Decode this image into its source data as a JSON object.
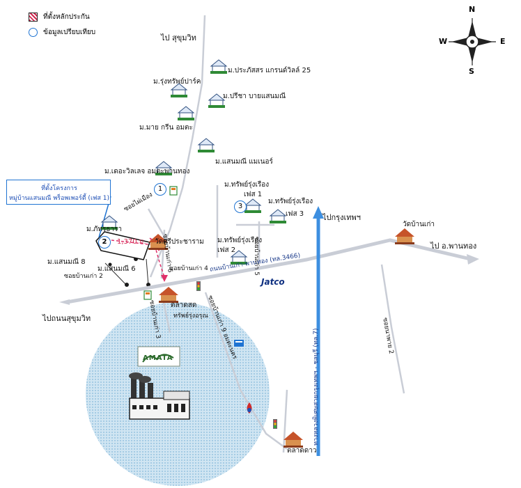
{
  "legend": {
    "items": [
      {
        "label": "ที่ตั้งหลักประกัน",
        "symbol": "striped-red-square"
      },
      {
        "label": "ข้อมูลเปรียบเทียบ",
        "symbol": "blue-circle"
      }
    ]
  },
  "compass": {
    "n": "N",
    "s": "S",
    "e": "E",
    "w": "W"
  },
  "roads": {
    "sukhumvit_top": "ไป สุขุมวิท",
    "bangkok": "ไปกรุงเทพฯ",
    "phanthong": "ไป อ.พานทอง",
    "sukhumvit_left": "ไปถนนสุขุมวิท",
    "main_road": "ถนนบ้านเก่า-พานทอง (ทล.3466)",
    "soi_ban_kao_4": "ซอยบ้านเก่า 4",
    "soi_ban_kao_2": "ซอยบ้านเก่า 2",
    "soi_ban_kao_3": "ซอยบ้านเก่า 3",
    "soi_ban_kao_6": "ซอยบ้านเก่า 6",
    "soi_phai_mueang": "ซอยไผ่เมือง",
    "soi_ban_kao_5": "ซอยบ้านเก่า 5",
    "soi_ban_kao_9": "ซอยบ้านเก่า 9 อมตะนคร",
    "soi_napa_2": "ซอยนาพาย 2",
    "motorway": "ทางหลวงพิเศษสายกรุงเทพฯ - ชลบุรี (ทล.7)"
  },
  "places": {
    "prasatsorn": "ม.ประภัสสร แกรนด์วิลล์ 25",
    "rungsap_park": "ม.รุ่งทรัพย์ปาร์ค",
    "preecha": "ม.ปรีชา บายแสนมณี",
    "my_green": "ม.มาย กรีน อมตะ",
    "sanmanee_manor": "ม.แสนมณี แมเนอร์",
    "the_village": "ม.เดอะวิลเลจ อมตะพานทอง",
    "rungsap_1": "ม.ทรัพย์รุ่งเรือง",
    "rungsap_1b": "เฟส 1",
    "rungsap_3": "ม.ทรัพย์รุ่งเรือง",
    "rungsap_3b": "เฟส 3",
    "rungsap_2": "ม.ทรัพย์รุ่งเรือง",
    "rungsap_2b": "เฟส 2",
    "phatthra": "ม.ภัทรธารา",
    "wat_sri": "วัดศรีประชาราม",
    "wat_ban_kao": "วัดบ้านเก่า",
    "sanmanee_8": "ม.แสนมณี 8",
    "sanmanee_6": "ม.แสนมณี 6",
    "talat_sod": "ตลาดสด",
    "sap_charoen": "ทรัพย์รุ่งอรุณ",
    "talat_dao": "ตลาดดาว",
    "amata": "AMATA",
    "jatco": "Jatco"
  },
  "callout": {
    "line1": "ที่ตั้งโครงการ",
    "line2": "หมู่บ้านแสนมณี พร็อพเพอร์ตี้ (เฟส 1)"
  },
  "markers": {
    "m1": "1",
    "m2": "2",
    "m3": "3"
  },
  "distance": "1,370 ม.",
  "colors": {
    "road": "#c9cdd6",
    "highway": "#3d8fe0",
    "house_icon": "#2f8a35",
    "zone_fill": "#a9cfe8",
    "route": "#e0306a",
    "temple": "#c6532a",
    "marker": "#1e73d2"
  }
}
